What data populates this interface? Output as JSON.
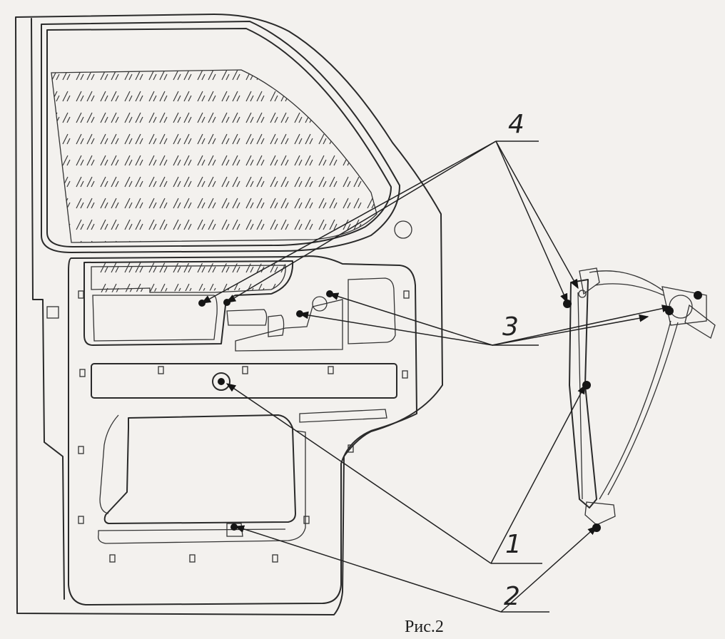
{
  "figure": {
    "caption": "Рис.2",
    "callouts": {
      "c1": "1",
      "c2": "2",
      "c3": "3",
      "c4": "4"
    }
  }
}
